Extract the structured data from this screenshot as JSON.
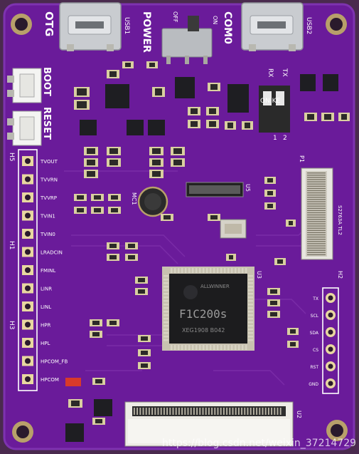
{
  "board": {
    "labels": {
      "otg": "OTG",
      "usb1": "USB1",
      "power": "POWER",
      "on": "ON",
      "off": "OFF",
      "com0": "COM0",
      "usb2": "USB2",
      "rx": "RX",
      "tx": "TX",
      "on_ke": "ON KE",
      "dip1": "1",
      "dip2": "2",
      "boot": "BOOT",
      "reset": "RESET",
      "h5": "H5",
      "h1": "H1",
      "h3": "H3",
      "mc1": "MC1",
      "u5": "U5",
      "u3": "U3",
      "u2": "U2",
      "p1": "P1",
      "h2": "H2",
      "lcd_model": "S2763A TL2",
      "chip_line1": "F1C200s",
      "chip_brand": "ALLWINNER",
      "chip_line2": "XEG1908 B042"
    },
    "header_pins": [
      "TVOUT",
      "TVVRN",
      "TVVRP",
      "TVIN1",
      "TVIN0",
      "LRADCIN",
      "FMINL",
      "LINR",
      "LINL",
      "HPR",
      "HPL",
      "HPCOM_FB",
      "HPCOM"
    ],
    "right_pins": [
      "TX",
      "SCL",
      "SDA",
      "CS",
      "RST",
      "GND"
    ],
    "colors": {
      "board": "#6a1b9a",
      "silk": "#ffffff",
      "metal": "#c9ccd0",
      "chip": "#1c1c1e",
      "background": "#4a2a4e"
    }
  },
  "watermark": "https://blog.csdn.net/weixin_37214729"
}
